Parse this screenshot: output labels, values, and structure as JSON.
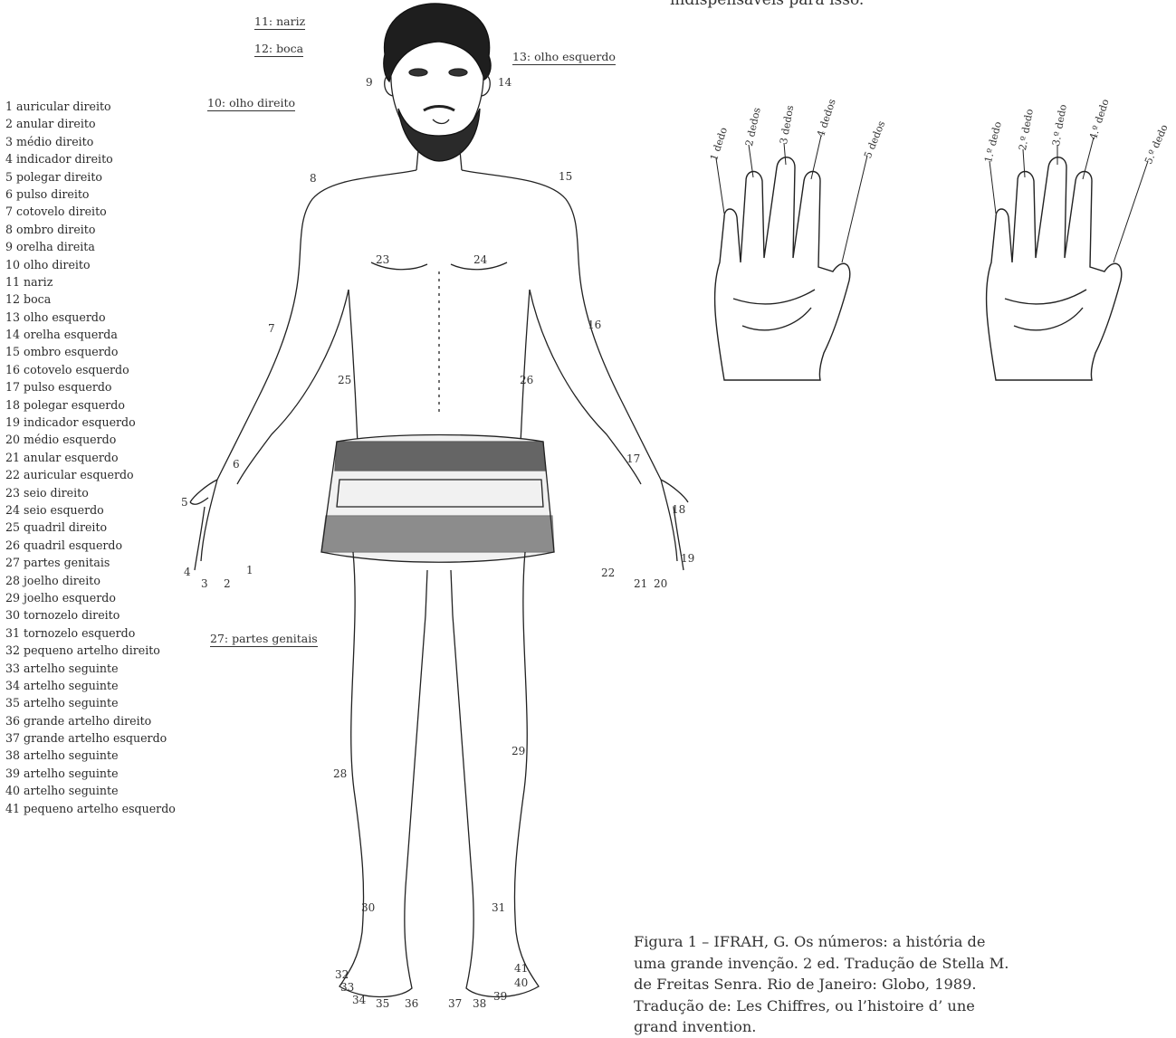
{
  "top_text": "indispensáveis para isso.",
  "legend_list": [
    "1 auricular direito",
    "2 anular direito",
    "3 médio direito",
    "4 indicador direito",
    "5 polegar direito",
    "6 pulso direito",
    "7 cotovelo direito",
    "8 ombro direito",
    "9 orelha direita",
    "10 olho direito",
    "11 nariz",
    "12 boca",
    "13 olho esquerdo",
    "14 orelha esquerda",
    "15 ombro esquerdo",
    "16 cotovelo esquerdo",
    "17 pulso esquerdo",
    "18 polegar esquerdo",
    "19 indicador esquerdo",
    "20 médio esquerdo",
    "21 anular esquerdo",
    "22 auricular esquerdo",
    "23 seio direito",
    "24 seio esquerdo",
    "25 quadril direito",
    "26 quadril esquerdo",
    "27 partes genitais",
    "28 joelho direito",
    "29 joelho esquerdo",
    "30 tornozelo direito",
    "31 tornozelo esquerdo",
    "32 pequeno artelho direito",
    "33 artelho seguinte",
    "34 artelho seguinte",
    "35 artelho seguinte",
    "36 grande artelho direito",
    "37 grande artelho esquerdo",
    "38 artelho seguinte",
    "39 artelho seguinte",
    "40 artelho seguinte",
    "41 pequeno artelho esquerdo"
  ],
  "callouts": {
    "nariz": "11: nariz",
    "boca": "12: boca",
    "olho_esquerdo": "13: olho esquerdo",
    "olho_direito": "10: olho direito",
    "partes_genitais": "27: partes genitais"
  },
  "body_numbers": {
    "n1": "1",
    "n2": "2",
    "n3": "3",
    "n4": "4",
    "n5": "5",
    "n6": "6",
    "n7": "7",
    "n8": "8",
    "n9": "9",
    "n14": "14",
    "n15": "15",
    "n16": "16",
    "n17": "17",
    "n18": "18",
    "n19": "19",
    "n20": "20",
    "n21": "21",
    "n22": "22",
    "n23": "23",
    "n24": "24",
    "n25": "25",
    "n26": "26",
    "n28": "28",
    "n29": "29",
    "n30": "30",
    "n31": "31",
    "n32": "32",
    "n33": "33",
    "n34": "34",
    "n35": "35",
    "n36": "36",
    "n37": "37",
    "n38": "38",
    "n39": "39",
    "n40": "40",
    "n41": "41"
  },
  "hand_left_labels": [
    "1 dedo",
    "2 dedos",
    "3 dedos",
    "4 dedos",
    "5 dedos"
  ],
  "hand_right_labels": [
    "1.º dedo",
    "2.º dedo",
    "3.º dedo",
    "4.º dedo",
    "5.º dedo"
  ],
  "caption": [
    "Figura 1 – IFRAH, G. Os números: a história de",
    "uma grande invenção. 2 ed. Tradução de Stella M.",
    "de Freitas Senra. Rio de Janeiro: Globo, 1989.",
    "Tradução de: Les Chiffres, ou l’histoire d’ une",
    "grand invention."
  ]
}
